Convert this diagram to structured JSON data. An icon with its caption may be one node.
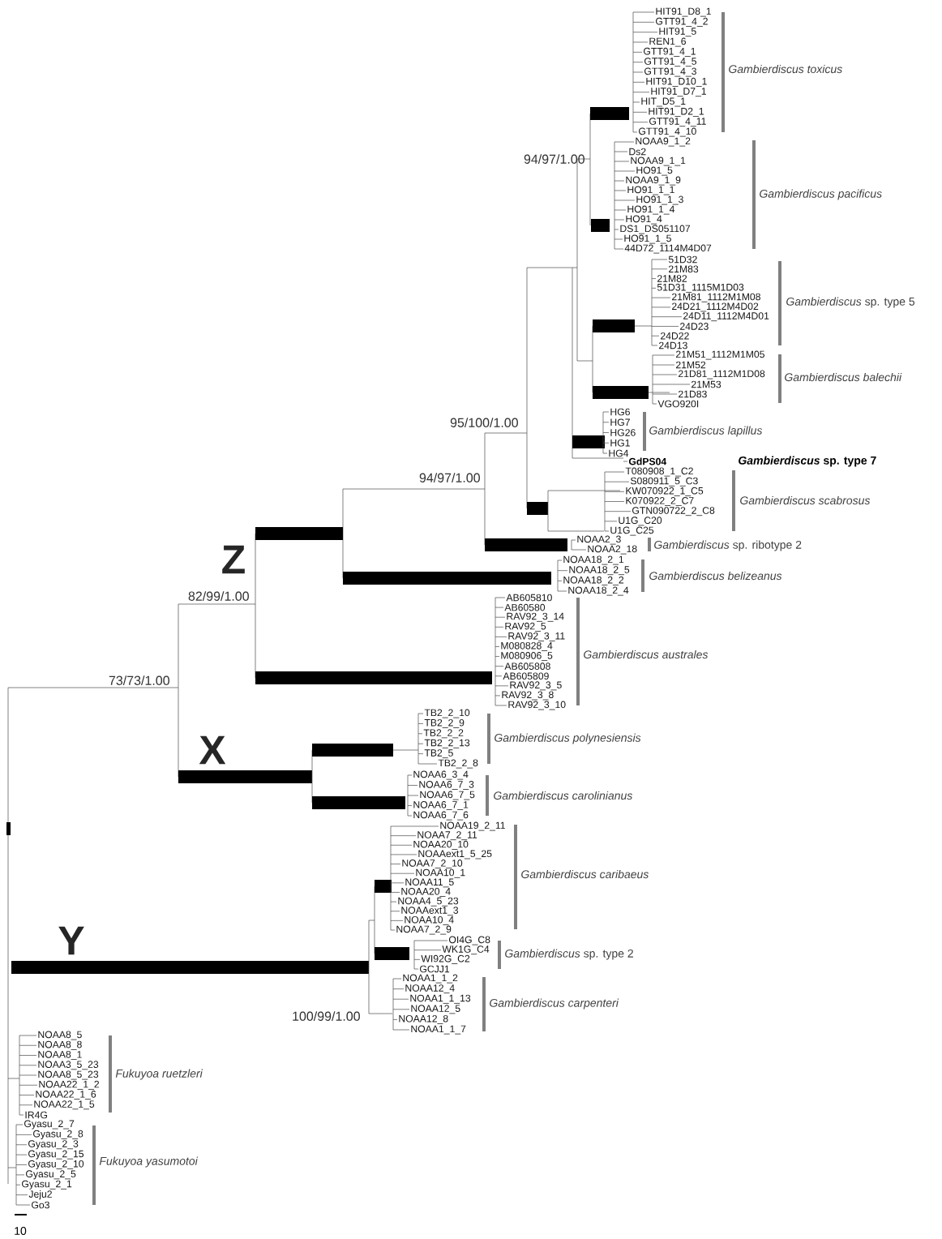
{
  "diagram": {
    "labels": [
      "HIT91_D8_1",
      "GTT91_4_2",
      "HIT91_5",
      "REN1_6",
      "GTT91_4_1",
      "GTT91_4_5",
      "GTT91_4_3",
      "HIT91_D10_1",
      "HIT91_D7_1",
      "HIT_D5_1",
      "HIT91_D2_1",
      "GTT91_4_11",
      "GTT91_4_10",
      "Gambierdiscus toxicus",
      "94/97/1.00",
      "NOAA9_1_2",
      "Ds2",
      "NOAA9_1_1",
      "HO91_5",
      "NOAA9_1_9",
      "HO91_1_1",
      "HO91_1_3",
      "HO91_1_4",
      "HO91_4",
      "DS1_DS051107",
      "HO91_1_5",
      "44D72_1114M4D07",
      "Gambierdiscus pacificus",
      "51D32",
      "21M83",
      "21M82",
      "51D31_1115M1D03",
      "21M81_1112M1M08",
      "24D21_1112M4D02",
      "24D11_1112M4D01",
      "24D23",
      "24D22",
      "24D13",
      "*Gambierdiscus* sp. type 5",
      "21M51_1112M1M05",
      "21M52",
      "21D81_1112M1D08",
      "21M53",
      "21D83",
      "VGO920I",
      "Gambierdiscus balechii",
      "HG6",
      "HG7",
      "HG26",
      "HG1",
      "HG4",
      "Gambierdiscus lapillus",
      "95/100/1.00",
      "GdPS04",
      "*Gambierdiscus* sp. type 7",
      "94/97/1.00",
      "T080908_1_C2",
      "S080911_5_C3",
      "KW070922_1_C5",
      "K070922_2_C7",
      "GTN090722_2_C8",
      "U1G_C20",
      "U1G_C25",
      "Gambierdiscus scabrosus",
      "NOAA2_3",
      "NOAA2_18",
      "*Gambierdiscus* sp. ribotype 2",
      "Z",
      "NOAA18_2_1",
      "NOAA18_2_5",
      "NOAA18_2_2",
      "NOAA18_2_4",
      "Gambierdiscus belizeanus",
      "82/99/1.00",
      "AB605810",
      "AB60580",
      "RAV92_3_14",
      "RAV92_5",
      "RAV92_3_11",
      "M080828_4",
      "M080906_5",
      "AB605808",
      "AB605809",
      "RAV92_3_5",
      "RAV92_3_8",
      "RAV92_3_10",
      "Gambierdiscus australes",
      "73/73/1.00",
      "TB2_2_10",
      "TB2_2_9",
      "TB2_2_2",
      "TB2_2_13",
      "TB2_5",
      "TB2_2_8",
      "Gambierdiscus polynesiensis",
      "X",
      "NOAA6_3_4",
      "NOAA6_7_3",
      "NOAA6_7_5",
      "NOAA6_7_1",
      "NOAA6_7_6",
      "Gambierdiscus carolinianus",
      "NOAA19_2_11",
      "NOAA7_2_11",
      "NOAA20_10",
      "NOAAext1_5_25",
      "NOAA7_2_10",
      "NOAA10_1",
      "NOAA11_5",
      "NOAA20_4",
      "NOAA4_5_23",
      "NOAAext1_3",
      "NOAA10_4",
      "NOAA7_2_9",
      "Gambierdiscus caribaeus",
      "Y",
      "OI4G_C8",
      "WK1G_C4",
      "WI92G_C2",
      "GCJJ1",
      "*Gambierdiscus* sp. type 2",
      "NOAA1_1_2",
      "NOAA12_4",
      "NOAA1_1_13",
      "NOAA12_5",
      "NOAA12_8",
      "NOAA1_1_7",
      "Gambierdiscus carpenteri",
      "100/99/1.00",
      "NOAA8_5",
      "NOAA8_8",
      "NOAA8_1",
      "NOAA3_5_23",
      "NOAA8_5_23",
      "NOAA22_1_2",
      "NOAA22_1_6",
      "NOAA22_1_5",
      "IR4G",
      "Fukuyoa ruetzleri",
      "Gyasu_2_7",
      "Gyasu_2_8",
      "Gyasu_2_3",
      "Gyasu_2_15",
      "Gyasu_2_10",
      "Gyasu_2_5",
      "Gyasu_2_1",
      "Jeju2",
      "Go3",
      "Fukuyoa yasumotoi",
      "10"
    ]
  }
}
